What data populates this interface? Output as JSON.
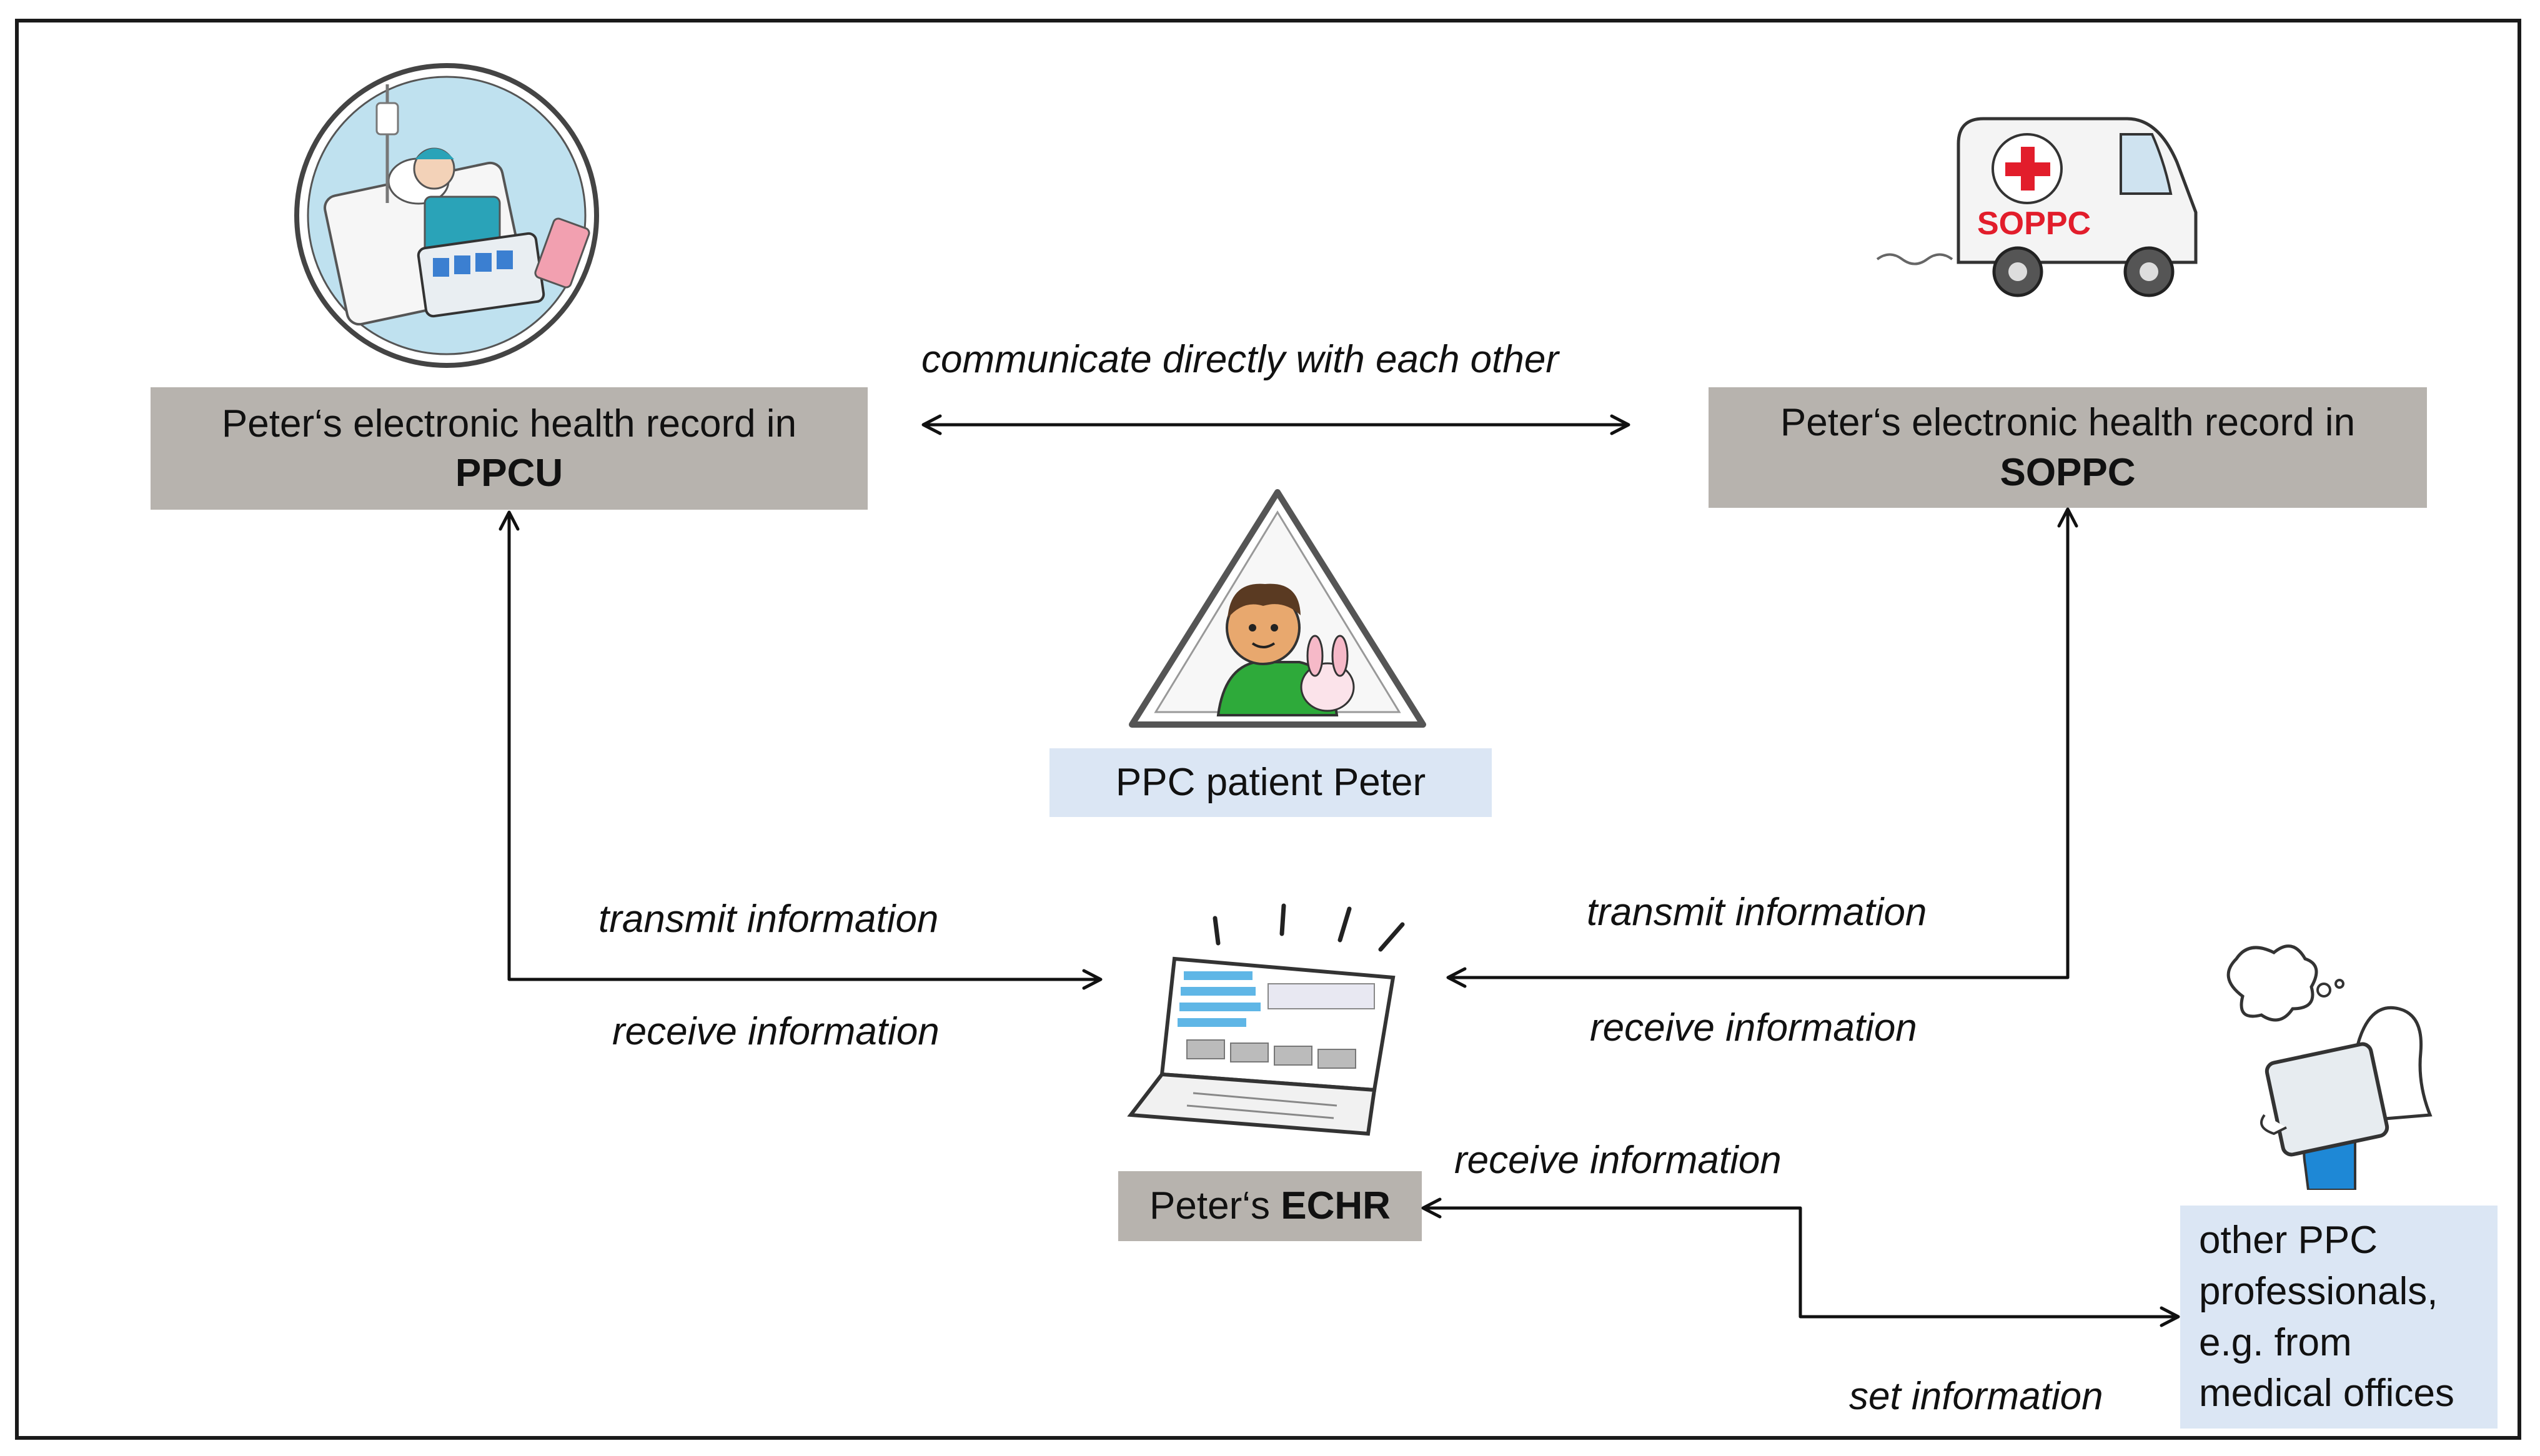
{
  "nodes": {
    "ppcu": {
      "line1": "Peter‘s electronic health record in",
      "line2": "PPCU",
      "color": "#b7b3ae"
    },
    "soppc": {
      "line1": "Peter‘s electronic health record in",
      "line2": "SOPPC",
      "color": "#b7b3ae"
    },
    "patient": {
      "label": "PPC patient Peter",
      "color": "#dbe6f4"
    },
    "echr": {
      "prefix": "Peter‘s ",
      "bold": "ECHR",
      "color": "#b7b3ae"
    },
    "professionals": {
      "lines": [
        "other PPC",
        "professionals,",
        "e.g. from",
        "medical offices"
      ],
      "color": "#dbe6f4"
    }
  },
  "edges": {
    "ppcu_soppc": "communicate directly with each other",
    "ppcu_transmit": "transmit information",
    "ppcu_receive": "receive information",
    "soppc_transmit": "transmit information",
    "soppc_receive": "receive information",
    "prof_receive": "receive information",
    "prof_set": "set information"
  },
  "illustrations": {
    "hospital": "hospital-bed-icon",
    "ambulance": {
      "icon": "ambulance-icon",
      "text": "SOPPC"
    },
    "patient": "child-patient-icon",
    "laptop": "laptop-icon",
    "professional": "professional-with-tablet-icon"
  }
}
